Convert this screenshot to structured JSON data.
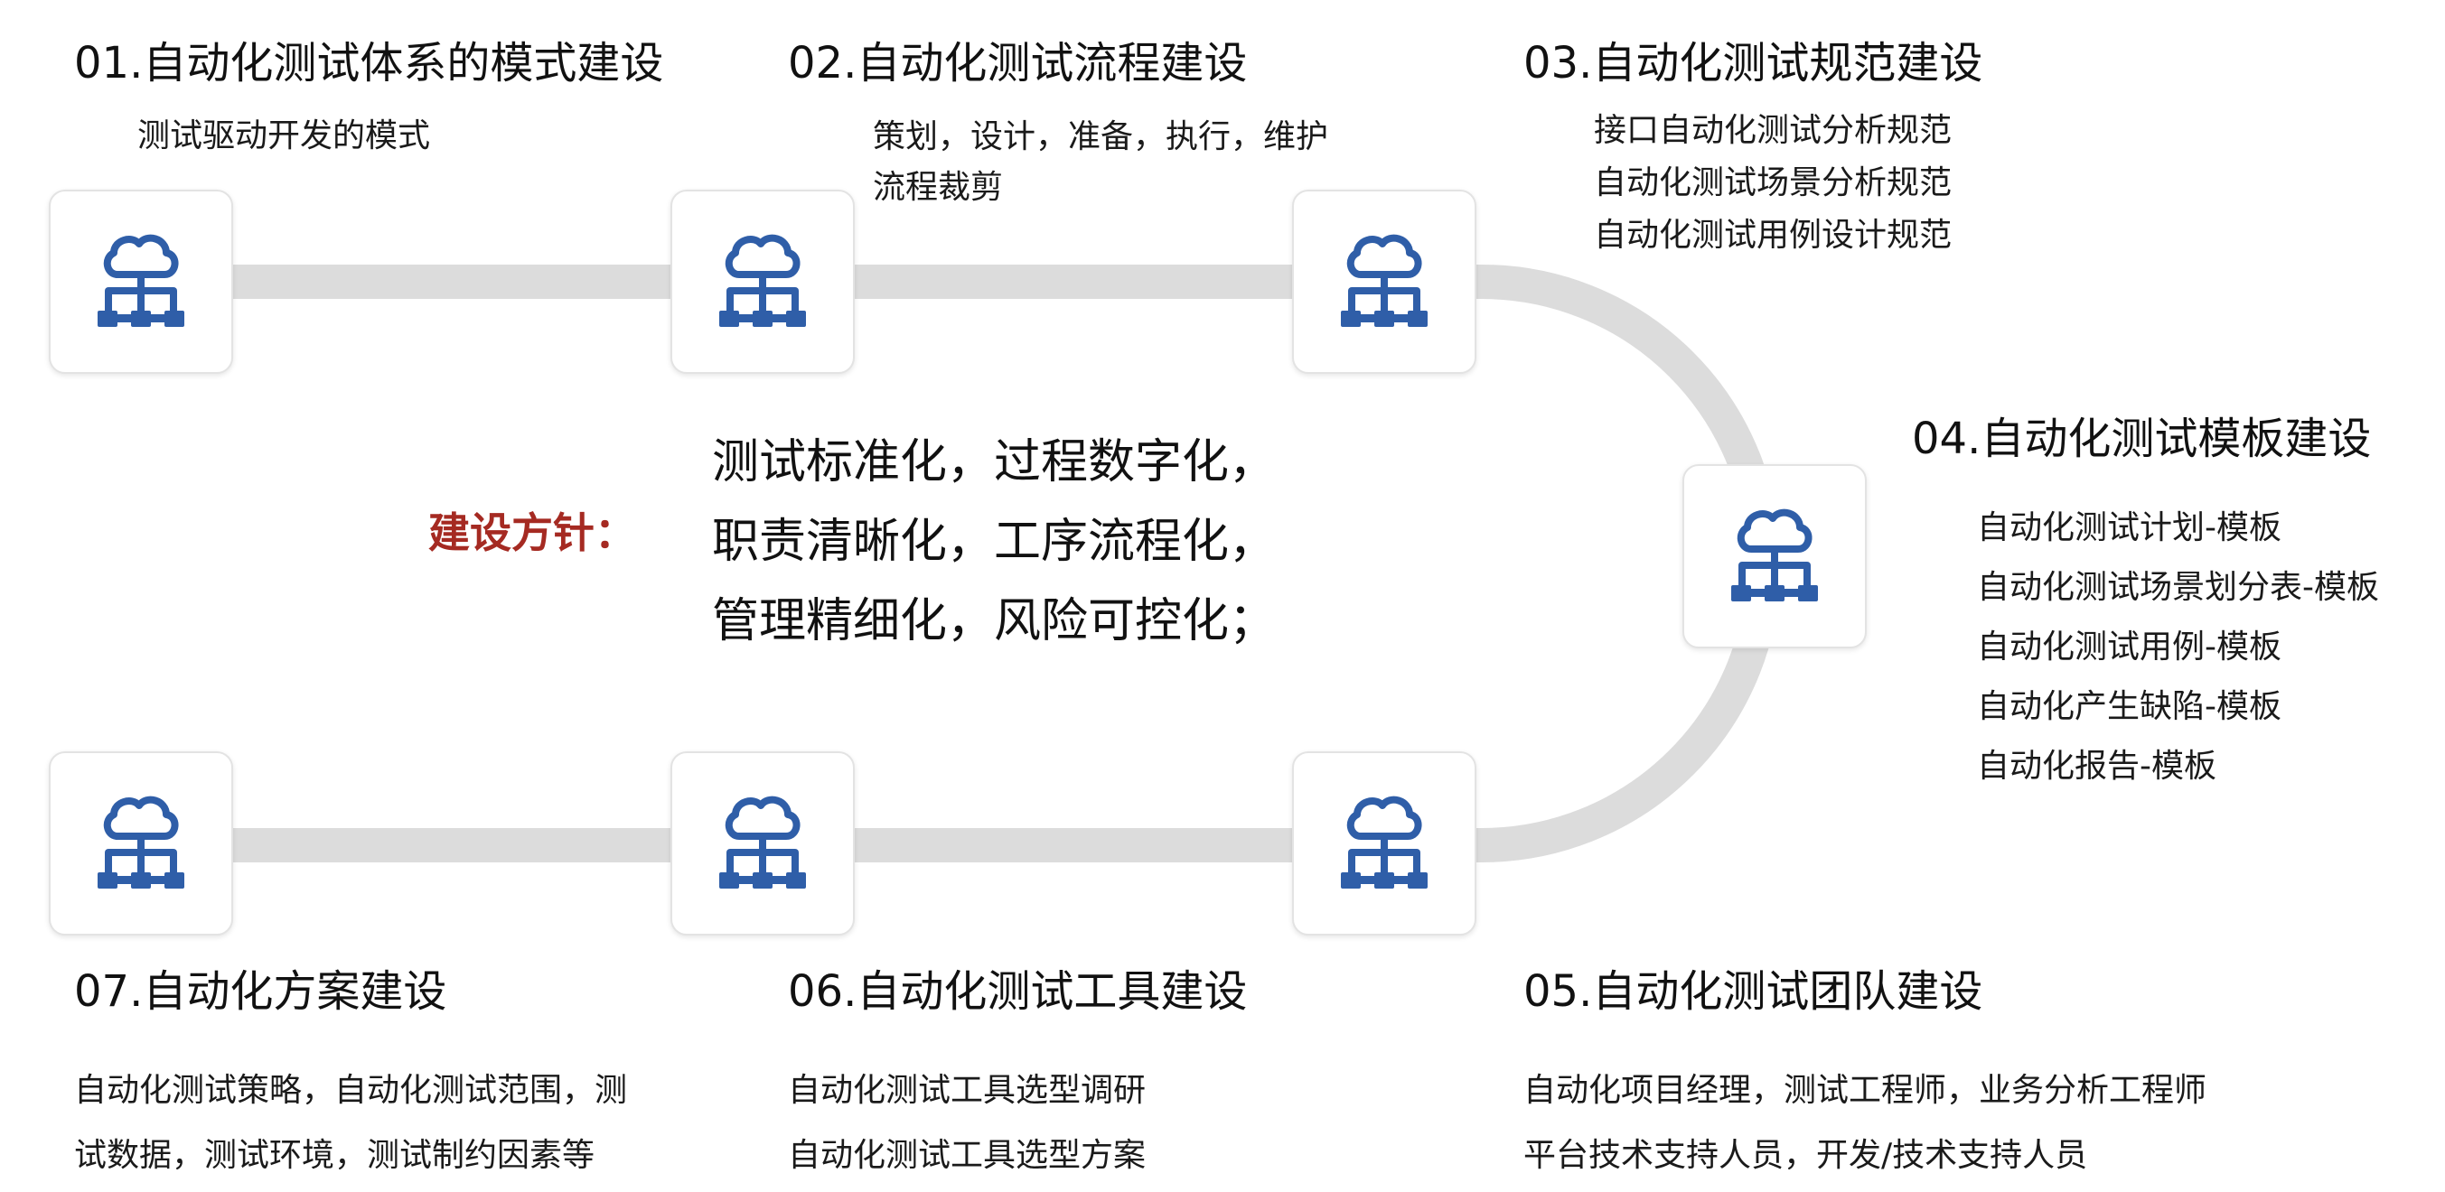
{
  "policy": {
    "label": "建设方针：",
    "lines": [
      "测试标准化，过程数字化，",
      "职责清晰化，工序流程化，",
      "管理精细化，风险可控化；"
    ]
  },
  "icon": {
    "name": "cloud-network-icon",
    "color": "#2f5ea8"
  },
  "connector_color": "#dcdcdc",
  "stages": [
    {
      "title": "01.自动化测试体系的模式建设",
      "items": [
        "测试驱动开发的模式"
      ]
    },
    {
      "title": "02.自动化测试流程建设",
      "items": [
        "策划，设计，准备，执行，维护",
        "流程裁剪"
      ]
    },
    {
      "title": "03.自动化测试规范建设",
      "items": [
        "接口自动化测试分析规范",
        "自动化测试场景分析规范",
        "自动化测试用例设计规范"
      ]
    },
    {
      "title": "04.自动化测试模板建设",
      "items": [
        "自动化测试计划-模板",
        "自动化测试场景划分表-模板",
        "自动化测试用例-模板",
        "自动化产生缺陷-模板",
        "自动化报告-模板"
      ]
    },
    {
      "title": "05.自动化测试团队建设",
      "items": [
        "自动化项目经理，测试工程师，业务分析工程师",
        "平台技术支持人员，开发/技术支持人员"
      ]
    },
    {
      "title": "06.自动化测试工具建设",
      "items": [
        "自动化测试工具选型调研",
        "自动化测试工具选型方案"
      ]
    },
    {
      "title": "07.自动化方案建设",
      "items": [
        "自动化测试策略，自动化测试范围，测",
        "试数据，测试环境，测试制约因素等"
      ]
    }
  ]
}
